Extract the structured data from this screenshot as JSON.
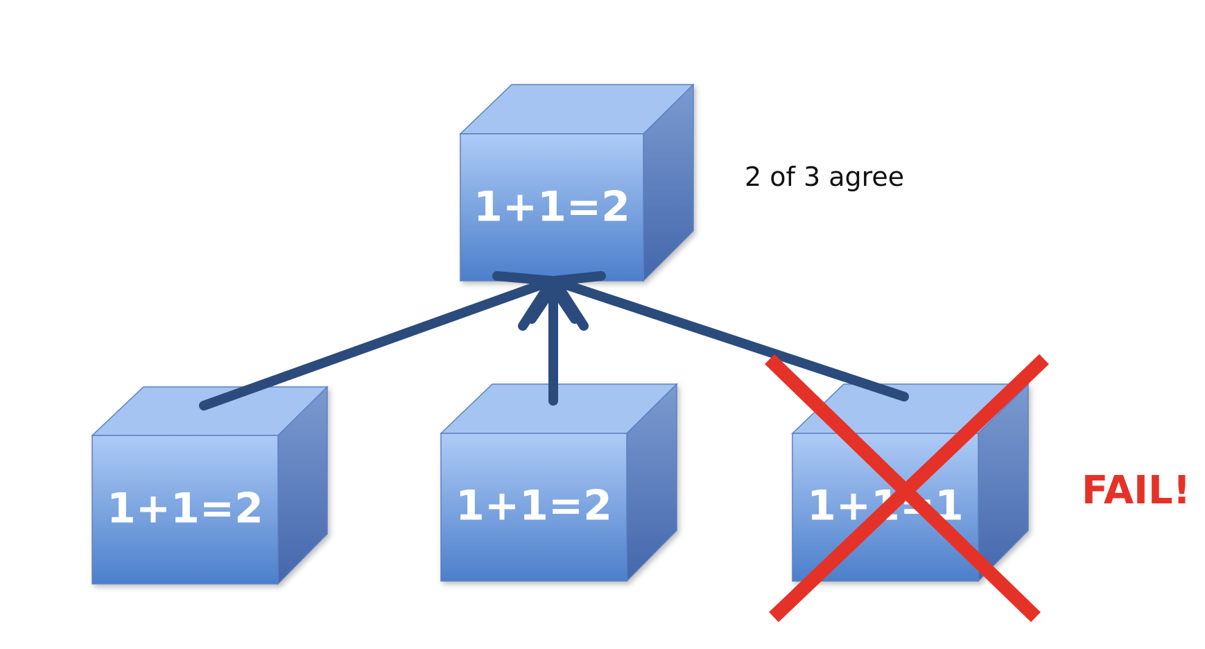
{
  "diagram": {
    "top_node": {
      "label": "1+1=2"
    },
    "nodes": [
      {
        "label": "1+1=2",
        "status": "ok"
      },
      {
        "label": "1+1=2",
        "status": "ok"
      },
      {
        "label": "1+1=1",
        "status": "failed"
      }
    ],
    "consensus_note": "2 of 3 agree",
    "fail_label": "FAIL!"
  },
  "colors": {
    "cube_front_top": "#aecbf6",
    "cube_front_bottom": "#4c7fcb",
    "cube_top_face": "#a6c4f2",
    "cube_side_top": "#7b9ad0",
    "cube_side_bottom": "#4467ac",
    "cube_edge": "#5b80c2",
    "arrow": "#2b4b7c",
    "fail_cross": "#e53228",
    "fail_text": "#e53228"
  }
}
